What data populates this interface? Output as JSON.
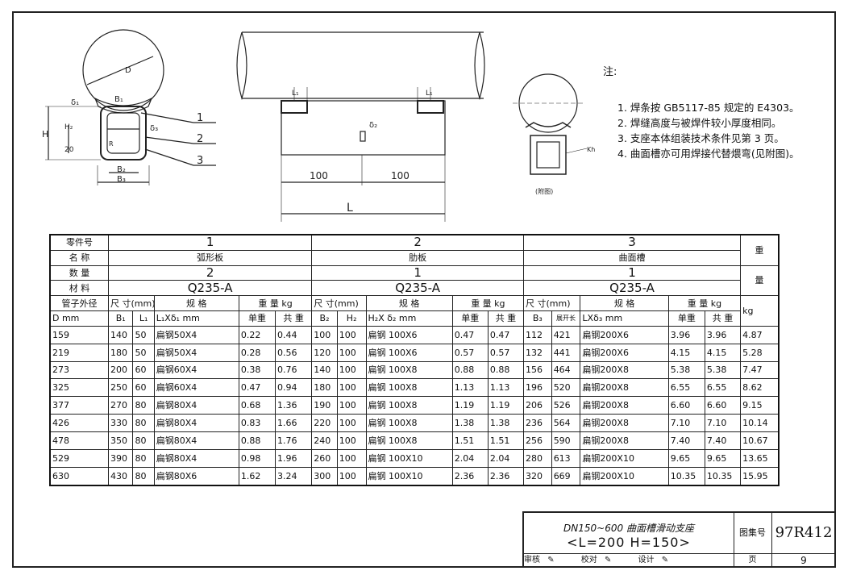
{
  "drawing": {
    "left_labels": {
      "D": "D",
      "delta1": "δ₁",
      "B1": "B₁",
      "delta3": "δ₃",
      "H": "H",
      "H2": "H₂",
      "n20": "20",
      "R": "R",
      "B2": "B₂",
      "B3": "B₃",
      "c1": "1",
      "c2": "2",
      "c3": "3"
    },
    "center_labels": {
      "L1a": "L₁",
      "L1b": "L₁",
      "delta2": "δ₂",
      "d1": "100",
      "d2": "100",
      "L": "L"
    },
    "right_labels": {
      "Kh": "Kh",
      "caption": "(附图)"
    }
  },
  "notes": {
    "title": "注:",
    "items": [
      "1. 焊条按 GB5117-85 规定的 E4303。",
      "2. 焊缝高度与被焊件较小厚度相同。",
      "3. 支座本体组装技术条件见第 3 页。",
      "4. 曲面槽亦可用焊接代替煨弯(见附图)。"
    ]
  },
  "table": {
    "row_part_no": {
      "label": "零件号",
      "p1": "1",
      "p2": "2",
      "p3": "3"
    },
    "row_name": {
      "label": "名 称",
      "p1": "弧形板",
      "p2": "肋板",
      "p3": "曲面槽"
    },
    "row_qty": {
      "label": "数 量",
      "p1": "2",
      "p2": "1",
      "p3": "1"
    },
    "row_mat": {
      "label": "材 料",
      "p1": "Q235-A",
      "p2": "Q235-A",
      "p3": "Q235-A"
    },
    "weight_header": "重",
    "weight_header2": "量",
    "weight_unit": "kg",
    "hdr1": {
      "pipe": "管子外径",
      "size": "尺 寸(mm)",
      "spec": "规 格",
      "wt": "重 量 kg",
      "size3": "尺 寸(mm)"
    },
    "hdr2": {
      "D": "D mm",
      "B1": "B₁",
      "L1": "L₁",
      "spec1": "L₁Xδ₁ mm",
      "unit": "单重",
      "total": "共 重",
      "B2": "B₂",
      "H2": "H₂",
      "spec2": "H₂X δ₂ mm",
      "B3": "B₃",
      "unfold": "展开长",
      "spec3": "LXδ₃ mm"
    },
    "rows": [
      [
        "159",
        "140",
        "50",
        "扁钢50X4",
        "0.22",
        "0.44",
        "100",
        "100",
        "扁钢 100X6",
        "0.47",
        "0.47",
        "112",
        "421",
        "扁钢200X6",
        "3.96",
        "3.96",
        "4.87"
      ],
      [
        "219",
        "180",
        "50",
        "扁钢50X4",
        "0.28",
        "0.56",
        "120",
        "100",
        "扁钢 100X6",
        "0.57",
        "0.57",
        "132",
        "441",
        "扁钢200X6",
        "4.15",
        "4.15",
        "5.28"
      ],
      [
        "273",
        "200",
        "60",
        "扁钢60X4",
        "0.38",
        "0.76",
        "140",
        "100",
        "扁钢 100X8",
        "0.88",
        "0.88",
        "156",
        "464",
        "扁钢200X8",
        "5.38",
        "5.38",
        "7.47"
      ],
      [
        "325",
        "250",
        "60",
        "扁钢60X4",
        "0.47",
        "0.94",
        "180",
        "100",
        "扁钢 100X8",
        "1.13",
        "1.13",
        "196",
        "520",
        "扁钢200X8",
        "6.55",
        "6.55",
        "8.62"
      ],
      [
        "377",
        "270",
        "80",
        "扁钢80X4",
        "0.68",
        "1.36",
        "190",
        "100",
        "扁钢 100X8",
        "1.19",
        "1.19",
        "206",
        "526",
        "扁钢200X8",
        "6.60",
        "6.60",
        "9.15"
      ],
      [
        "426",
        "330",
        "80",
        "扁钢80X4",
        "0.83",
        "1.66",
        "220",
        "100",
        "扁钢 100X8",
        "1.38",
        "1.38",
        "236",
        "564",
        "扁钢200X8",
        "7.10",
        "7.10",
        "10.14"
      ],
      [
        "478",
        "350",
        "80",
        "扁钢80X4",
        "0.88",
        "1.76",
        "240",
        "100",
        "扁钢 100X8",
        "1.51",
        "1.51",
        "256",
        "590",
        "扁钢200X8",
        "7.40",
        "7.40",
        "10.67"
      ],
      [
        "529",
        "390",
        "80",
        "扁钢80X4",
        "0.98",
        "1.96",
        "260",
        "100",
        "扁钢 100X10",
        "2.04",
        "2.04",
        "280",
        "613",
        "扁钢200X10",
        "9.65",
        "9.65",
        "13.65"
      ],
      [
        "630",
        "430",
        "80",
        "扁钢80X6",
        "1.62",
        "3.24",
        "300",
        "100",
        "扁钢 100X10",
        "2.36",
        "2.36",
        "320",
        "669",
        "扁钢200X10",
        "10.35",
        "10.35",
        "15.95"
      ]
    ]
  },
  "title_block": {
    "title1": "DN150~600 曲面槽滑动支座",
    "title2": "<L=200 H=150>",
    "set_label": "图集号",
    "set_no": "97R412",
    "review": "审核",
    "check": "校对",
    "design": "设计",
    "page_label": "页",
    "page_no": "9"
  }
}
